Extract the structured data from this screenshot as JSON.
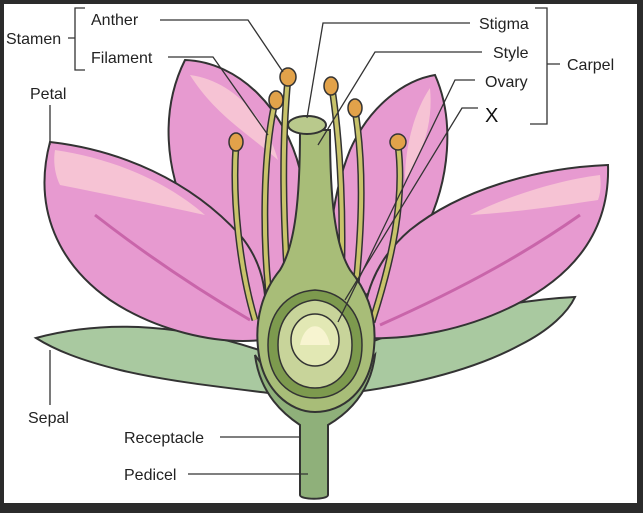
{
  "labels": {
    "stamen": "Stamen",
    "anther": "Anther",
    "filament": "Filament",
    "petal": "Petal",
    "sepal": "Sepal",
    "receptacle": "Receptacle",
    "pedicel": "Pedicel",
    "stigma": "Stigma",
    "style": "Style",
    "ovary": "Ovary",
    "x": "X",
    "carpel": "Carpel"
  },
  "colors": {
    "petal_fill": "#e79ad0",
    "petal_light": "#f6c3d4",
    "petal_dark": "#c965aa",
    "sepal_fill": "#a9c9a0",
    "stem_fill": "#8fb07a",
    "pistil_fill": "#a8bd78",
    "filament_fill": "#c8c36a",
    "anther_fill": "#e2a24a",
    "outline": "#333333"
  }
}
